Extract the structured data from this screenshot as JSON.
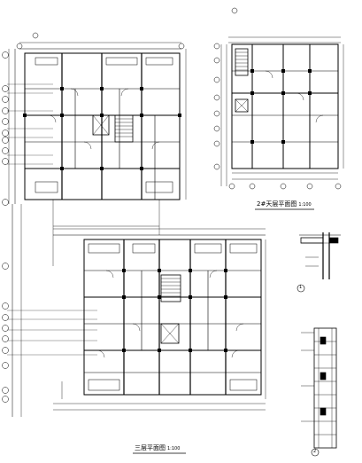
{
  "drawing": {
    "title_upper_plan": "2#天层平面图",
    "title_upper_scale": "1:100",
    "title_lower_plan": "三层平面图",
    "title_lower_scale": "1:100"
  },
  "detail_markers": [
    {
      "number": "1"
    },
    {
      "number": "2"
    }
  ]
}
